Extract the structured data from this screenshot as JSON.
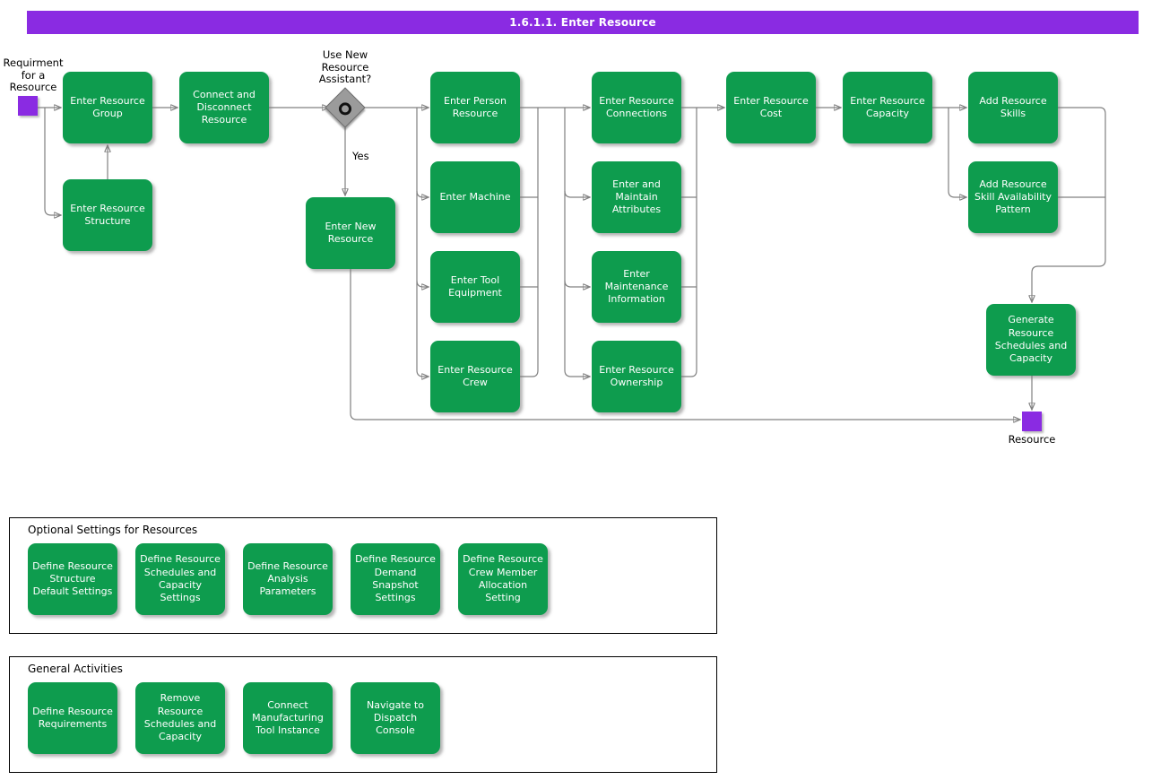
{
  "title": {
    "label": "1.6.1.1. Enter Resource"
  },
  "colors": {
    "title_bg": "#8a2be2",
    "node_green": "#0e9c4e",
    "event_purple": "#8a2be2",
    "connector_gray": "#808080",
    "diamond_gray": "#9b9b9b"
  },
  "flow": {
    "start_label": "Requirment\nfor a\nResource",
    "decision_label": "Use New\nResource\nAssistant?",
    "yes_label": "Yes",
    "end_label": "Resource",
    "nodes": {
      "enter_resource_group": "Enter Resource Group",
      "enter_resource_structure": "Enter Resource Structure",
      "connect_and_disconnect_resource": "Connect and Disconnect Resource",
      "enter_new_resource": "Enter New Resource",
      "enter_person_resource": "Enter Person Resource",
      "enter_machine": "Enter Machine",
      "enter_tool_equipment": "Enter Tool Equipment",
      "enter_resource_crew": "Enter Resource Crew",
      "enter_resource_connections": "Enter Resource Connections",
      "enter_and_maintain_attributes": "Enter and Maintain Attributes",
      "enter_maintenance_information": "Enter Maintenance Information",
      "enter_resource_ownership": "Enter Resource Ownership",
      "enter_resource_cost": "Enter Resource Cost",
      "enter_resource_capacity": "Enter Resource Capacity",
      "add_resource_skills": "Add Resource Skills",
      "add_resource_skill_availability_pattern": "Add Resource Skill Availability Pattern",
      "generate_resource_schedules_and_capacity": "Generate Resource Schedules and Capacity"
    }
  },
  "sections": [
    {
      "title": "Optional Settings for Resources",
      "items": [
        "Define Resource Structure Default Settings",
        "Define Resource Schedules and Capacity Settings",
        "Define Resource Analysis Parameters",
        "Define Resource Demand Snapshot Settings",
        "Define Resource Crew Member Allocation Setting"
      ]
    },
    {
      "title": "General Activities",
      "items": [
        "Define Resource Requirements",
        "Remove Resource Schedules and Capacity",
        "Connect Manufacturing Tool Instance",
        "Navigate to Dispatch Console"
      ]
    }
  ]
}
